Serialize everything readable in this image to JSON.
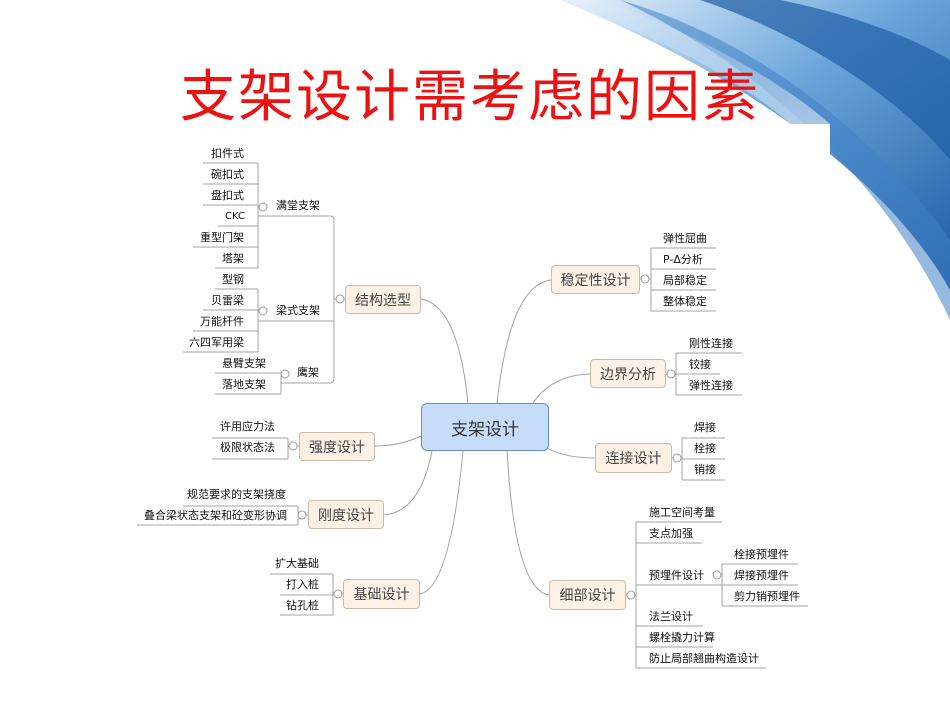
{
  "slide": {
    "title": "支架设计需考虑的因素"
  },
  "colors": {
    "title": "#ee1111",
    "center_fill": "#c7dcf8",
    "node_fill": "#fdf1e6",
    "line": "#9a9a9a"
  },
  "mindmap": {
    "center": "支架设计",
    "structure": {
      "label": "结构选型",
      "groups": [
        {
          "label": "满堂支架",
          "items": [
            "扣件式",
            "碗扣式",
            "盘扣式",
            "CKC",
            "重型门架",
            "塔架"
          ]
        },
        {
          "label": "梁式支架",
          "items": [
            "型钢",
            "贝雷梁",
            "万能杆件",
            "六四军用梁"
          ]
        },
        {
          "label": "鹰架",
          "items": [
            "悬臂支架",
            "落地支架"
          ]
        }
      ]
    },
    "strength": {
      "label": "强度设计",
      "items": [
        "许用应力法",
        "极限状态法"
      ]
    },
    "stiffness": {
      "label": "刚度设计",
      "items": [
        "规范要求的支架挠度",
        "叠合梁状态支架和砼变形协调"
      ]
    },
    "foundation": {
      "label": "基础设计",
      "items": [
        "扩大基础",
        "打入桩",
        "钻孔桩"
      ]
    },
    "stability": {
      "label": "稳定性设计",
      "items": [
        "弹性屈曲",
        "P-Δ分析",
        "局部稳定",
        "整体稳定"
      ]
    },
    "boundary": {
      "label": "边界分析",
      "items": [
        "刚性连接",
        "铰接",
        "弹性连接"
      ]
    },
    "connection": {
      "label": "连接设计",
      "items": [
        "焊接",
        "栓接",
        "销接"
      ]
    },
    "detail": {
      "label": "细部设计",
      "items": [
        "施工空间考量",
        "支点加强",
        "预埋件设计",
        "法兰设计",
        "螺栓撬力计算",
        "防止局部翘曲构造设计"
      ],
      "embedded": [
        "栓接预埋件",
        "焊接预埋件",
        "剪力销预埋件"
      ]
    }
  }
}
